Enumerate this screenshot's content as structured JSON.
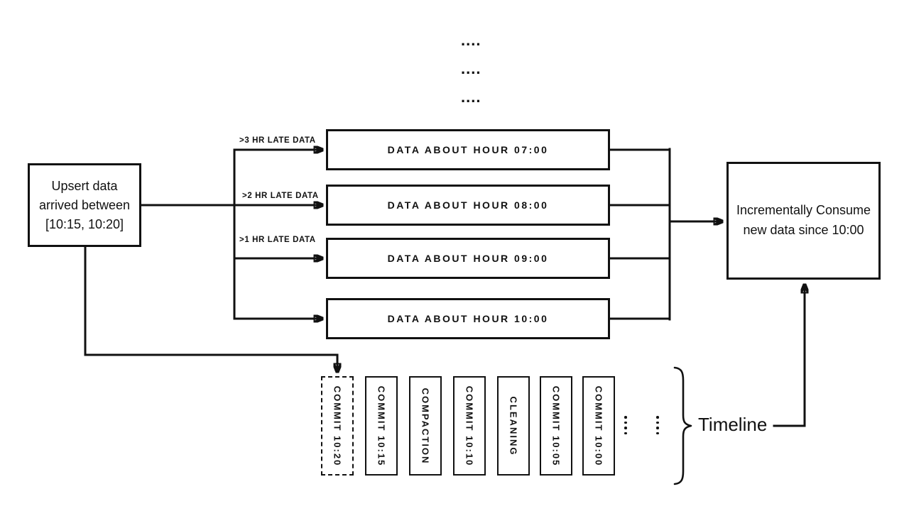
{
  "colors": {
    "ink": "#111111",
    "background": "#ffffff"
  },
  "top_dots": {
    "rows": [
      "....",
      "....",
      "...."
    ]
  },
  "left_box": {
    "lines": [
      "Upsert data",
      "arrived between",
      "[10:15, 10:20]"
    ]
  },
  "late_labels": [
    ">3 HR LATE DATA",
    ">2 HR LATE DATA",
    ">1 HR LATE DATA"
  ],
  "hour_boxes": [
    {
      "label": "DATA ABOUT HOUR 07:00"
    },
    {
      "label": "DATA ABOUT HOUR 08:00"
    },
    {
      "label": "DATA ABOUT HOUR 09:00"
    },
    {
      "label": "DATA ABOUT HOUR 10:00"
    }
  ],
  "right_box": {
    "lines": [
      "Incrementally Consume",
      "new data since 10:00"
    ]
  },
  "timeline": {
    "label": "Timeline",
    "items": [
      {
        "label": "COMMIT 10:20",
        "border": "dashed"
      },
      {
        "label": "COMMIT 10:15",
        "border": "solid"
      },
      {
        "label": "COMPACTION",
        "border": "solid"
      },
      {
        "label": "COMMIT 10:10",
        "border": "solid"
      },
      {
        "label": "CLEANING",
        "border": "solid"
      },
      {
        "label": "COMMIT 10:05",
        "border": "solid"
      },
      {
        "label": "COMMIT 10:00",
        "border": "solid"
      }
    ]
  }
}
